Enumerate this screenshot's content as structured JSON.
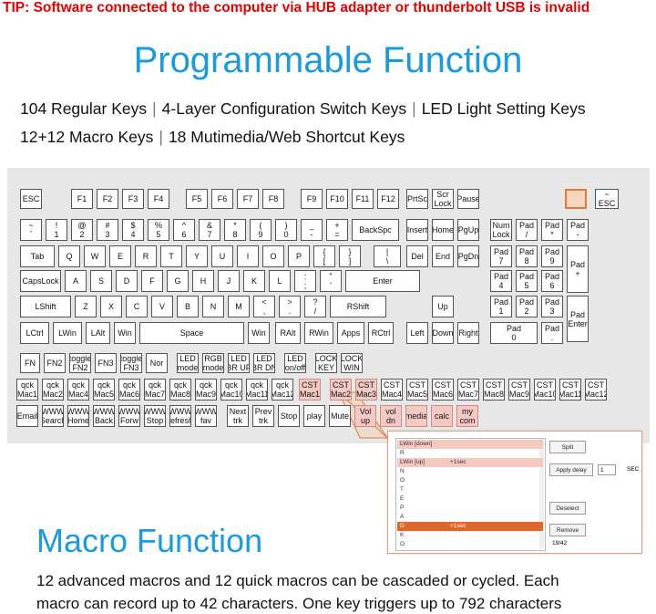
{
  "tip": "TIP: Software connected to the computer via HUB adapter or  thunderbolt USB is invalid",
  "programmable_title": "Programmable Function",
  "features_line1": [
    "104 Regular Keys",
    "4-Layer Configuration Switch Keys",
    "LED Light Setting Keys"
  ],
  "features_line2": [
    "12+12 Macro Keys",
    "18 Mutimedia/Web Shortcut Keys"
  ],
  "features_separator": "|",
  "keyboard": {
    "rows": [
      [
        "ESC",
        "F1",
        "F2",
        "F3",
        "F4",
        "F5",
        "F6",
        "F7",
        "F8",
        "F9",
        "F10",
        "F11",
        "F12",
        "PrtSc",
        "Scr\nLock",
        "Pause",
        "",
        "~\nESC"
      ],
      [
        "~\n`",
        "!\n1",
        "@\n2",
        "#\n3",
        "$\n4",
        "%\n5",
        "^\n6",
        "&\n7",
        "*\n8",
        "(\n9",
        ")\n0",
        "_\n-",
        "+\n=",
        "BackSpc",
        "Insert",
        "Home",
        "PgUp",
        "Num\nLock",
        "Pad\n/",
        "Pad\n*",
        "Pad\n-"
      ],
      [
        "Tab",
        "Q",
        "W",
        "E",
        "R",
        "T",
        "Y",
        "U",
        "I",
        "O",
        "P",
        "{\n[",
        "}\n]",
        "|\n\\",
        "Del",
        "End",
        "PgDn",
        "Pad\n7",
        "Pad\n8",
        "Pad\n9",
        "Pad\n+"
      ],
      [
        "CapsLock",
        "A",
        "S",
        "D",
        "F",
        "G",
        "H",
        "J",
        "K",
        "L",
        ":\n;",
        "\"\n'",
        "Enter",
        "Pad\n4",
        "Pad\n5",
        "Pad\n6"
      ],
      [
        "LShift",
        "Z",
        "X",
        "C",
        "V",
        "B",
        "N",
        "M",
        "<\n,",
        ">\n.",
        "?\n/",
        "RShift",
        "Up",
        "Pad\n1",
        "Pad\n2",
        "Pad\n3",
        "Pad\nEnter"
      ],
      [
        "LCtrl",
        "LWin",
        "LAlt",
        "Win",
        "Space",
        "Win",
        "RAlt",
        "RWin",
        "Apps",
        "RCtrl",
        "Left",
        "Down",
        "Right",
        "Pad\n0",
        "Pad\n."
      ],
      [
        "FN",
        "FN2",
        "toggle\nFN2",
        "FN3",
        "toggle\nFN3",
        "Nor",
        "LED\nmode",
        "RGB\nmode",
        "LED\nBR UP",
        "LED\nBR DN",
        "LED\non/off",
        "LOCK\nKEY",
        "LOCK\nWIN"
      ],
      [
        "qck\nMac1",
        "qck\nMac2",
        "qck\nMac4",
        "qck\nMac5",
        "qck\nMac6",
        "qck\nMac7",
        "qck\nMac8",
        "qck\nMac9",
        "qck\nMac10",
        "qck\nMac11",
        "qck\nMac12",
        "CST\nMac1",
        "CST\nMac2",
        "CST\nMac3",
        "CST\nMac4",
        "CST\nMac5",
        "CST\nMac6",
        "CST\nMac7",
        "CST\nMac8",
        "CST\nMac9",
        "CST\nMac10",
        "CST\nMac11",
        "CST\nMac12"
      ],
      [
        "Email",
        "WWW\nSearch",
        "WWW\nHome",
        "WWW\nBack",
        "WWW\nForw",
        "WWW\nStop",
        "WWW\nrefresh",
        "WWW\nfav",
        "Next\ntrk",
        "Prev\ntrk",
        "Stop",
        "play",
        "Mute",
        "Vol\nup",
        "vol\ndn",
        "media",
        "calc",
        "my\ncom"
      ]
    ]
  },
  "macro_editor": {
    "entries": [
      {
        "key": "LWin [down]",
        "delay": ""
      },
      {
        "key": "R",
        "delay": ""
      },
      {
        "key": "LWin [up]",
        "delay": "+1sec"
      },
      {
        "key": "N",
        "delay": ""
      },
      {
        "key": "O",
        "delay": ""
      },
      {
        "key": "T",
        "delay": ""
      },
      {
        "key": "E",
        "delay": ""
      },
      {
        "key": "P",
        "delay": ""
      },
      {
        "key": "A",
        "delay": ""
      },
      {
        "key": "D",
        "delay": "+1sec"
      },
      {
        "key": "K",
        "delay": ""
      },
      {
        "key": "O",
        "delay": ""
      }
    ],
    "split_label": "Split",
    "apply_delay_label": "Apply delay",
    "delay_value": "1",
    "sec_label": "SEC",
    "deselect_label": "Deselect",
    "remove_label": "Remove",
    "count": "19/42"
  },
  "macro_title": "Macro Function",
  "macro_desc": [
    "12 advanced macros and 12 quick macros can be cascaded or cycled. Each",
    "macro can record up to 42 characters. One key triggers up to 792 characters"
  ],
  "colors": {
    "title_blue": "#1a9be0",
    "tip_red": "#e60000",
    "highlight_orange": "#e07a3a",
    "highlight_pink": "#f4c9c4"
  }
}
